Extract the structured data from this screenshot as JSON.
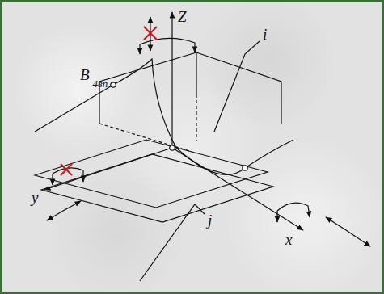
{
  "diagram": {
    "labels": [
      "Z",
      "i",
      "B",
      "4вп",
      "y",
      "x",
      "j"
    ]
  }
}
